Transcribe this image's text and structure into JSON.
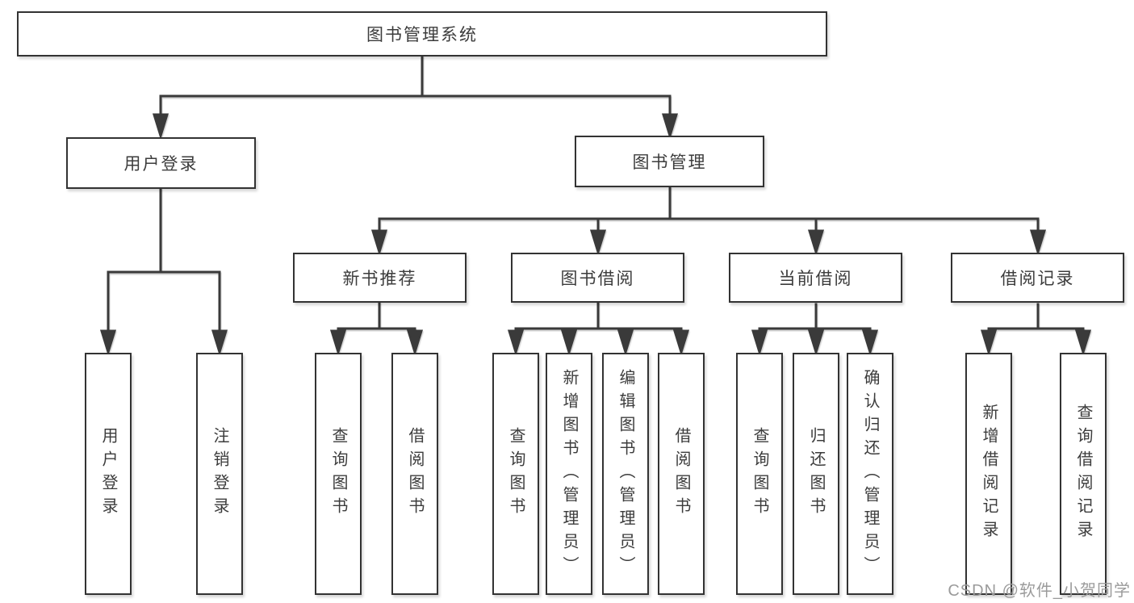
{
  "diagram_title": "图书管理系统",
  "nodes": {
    "root": {
      "label": "图书管理系统"
    },
    "user_login": {
      "label": "用户登录"
    },
    "book_management": {
      "label": "图书管理"
    },
    "new_book_recommend": {
      "label": "新书推荐"
    },
    "book_borrow": {
      "label": "图书借阅"
    },
    "current_borrow": {
      "label": "当前借阅"
    },
    "borrow_records": {
      "label": "借阅记录"
    },
    "leaves": {
      "user_login_leaf": "用户登录",
      "logout": "注销登录",
      "nb_query_books": "查询图书",
      "nb_borrow_books": "借阅图书",
      "bb_query_books": "查询图书",
      "bb_add_book_admin": "新增图书（管理员）",
      "bb_edit_book_admin": "编辑图书（管理员）",
      "bb_borrow_books": "借阅图书",
      "cb_query_books": "查询图书",
      "cb_return_book": "归还图书",
      "cb_confirm_return_admin": "确认归还（管理员）",
      "br_add_record": "新增借阅记录",
      "br_query_record": "查询借阅记录"
    }
  },
  "watermark": "CSDN @软件_小贺同学",
  "colors": {
    "line": "#3a3a3a",
    "border": "#333333",
    "text": "#3c3c3c",
    "background": "#ffffff",
    "watermark": "#9b9b9b"
  }
}
